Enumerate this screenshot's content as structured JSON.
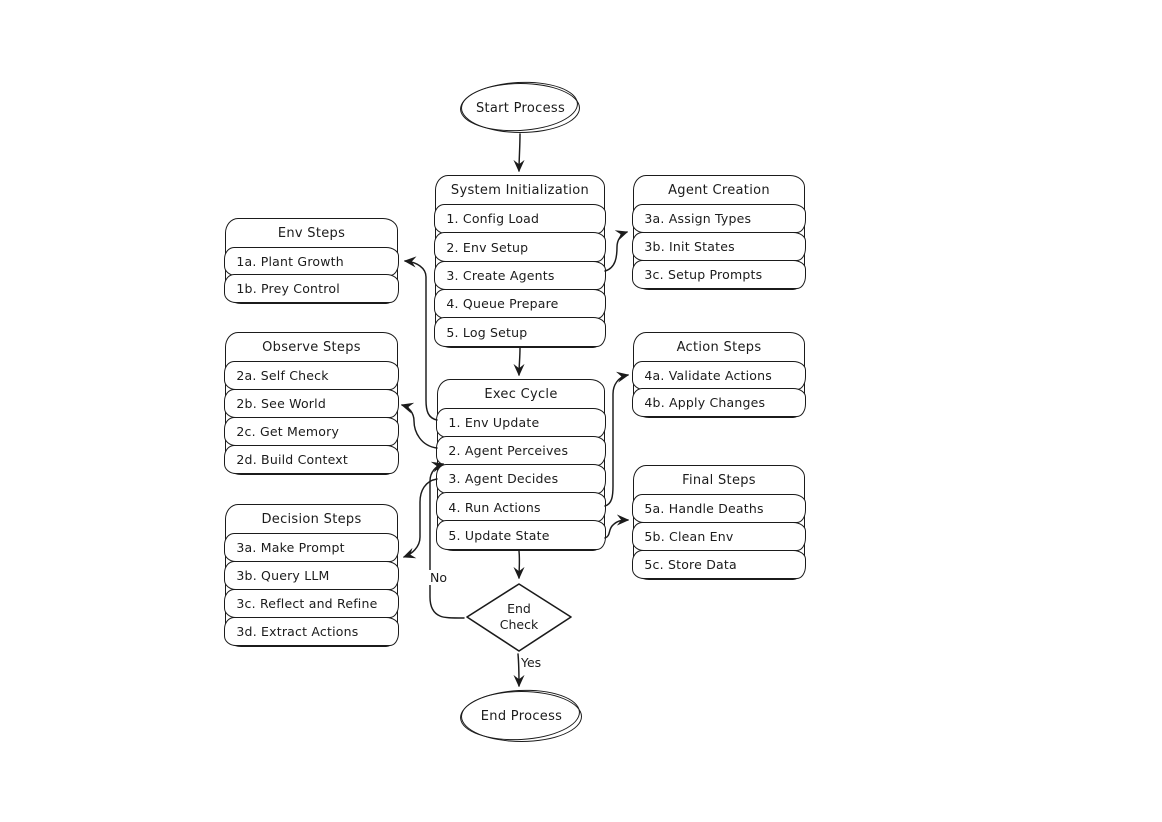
{
  "diagram": {
    "background_color": "#ffffff",
    "stroke_color": "#1b1b1b",
    "start": {
      "label": "Start Process"
    },
    "end": {
      "label": "End Process"
    },
    "end_check": {
      "line1": "End",
      "line2": "Check"
    },
    "edge_labels": {
      "no": "No",
      "yes": "Yes"
    },
    "boxes": {
      "system_init": {
        "title": "System Initialization",
        "rows": [
          "1. Config Load",
          "2. Env Setup",
          "3. Create Agents",
          "4. Queue Prepare",
          "5. Log Setup"
        ]
      },
      "agent_creation": {
        "title": "Agent Creation",
        "rows": [
          "3a. Assign Types",
          "3b. Init States",
          "3c. Setup Prompts"
        ]
      },
      "env_steps": {
        "title": "Env Steps",
        "rows": [
          "1a. Plant Growth",
          "1b. Prey Control"
        ]
      },
      "observe_steps": {
        "title": "Observe Steps",
        "rows": [
          "2a. Self Check",
          "2b. See World",
          "2c. Get Memory",
          "2d. Build Context"
        ]
      },
      "exec_cycle": {
        "title": "Exec Cycle",
        "rows": [
          "1. Env Update",
          "2. Agent Perceives",
          "3. Agent Decides",
          "4. Run Actions",
          "5. Update State"
        ]
      },
      "action_steps": {
        "title": "Action Steps",
        "rows": [
          "4a. Validate Actions",
          "4b. Apply Changes"
        ]
      },
      "decision_steps": {
        "title": "Decision Steps",
        "rows": [
          "3a. Make Prompt",
          "3b. Query LLM",
          "3c. Reflect and Refine",
          "3d. Extract Actions"
        ]
      },
      "final_steps": {
        "title": "Final Steps",
        "rows": [
          "5a. Handle Deaths",
          "5b. Clean Env",
          "5c. Store Data"
        ]
      }
    },
    "edges": [
      {
        "from": "start",
        "to": "system_init",
        "label": ""
      },
      {
        "from": "system_init.3",
        "to": "agent_creation",
        "label": ""
      },
      {
        "from": "system_init",
        "to": "exec_cycle",
        "label": ""
      },
      {
        "from": "exec_cycle.1",
        "to": "env_steps",
        "label": ""
      },
      {
        "from": "exec_cycle.2",
        "to": "observe_steps",
        "label": ""
      },
      {
        "from": "exec_cycle.3",
        "to": "decision_steps",
        "label": ""
      },
      {
        "from": "exec_cycle.4",
        "to": "action_steps",
        "label": ""
      },
      {
        "from": "exec_cycle.5",
        "to": "final_steps",
        "label": ""
      },
      {
        "from": "exec_cycle",
        "to": "end_check",
        "label": ""
      },
      {
        "from": "end_check",
        "to": "exec_cycle",
        "label": "No"
      },
      {
        "from": "end_check",
        "to": "end_process",
        "label": "Yes"
      }
    ]
  }
}
